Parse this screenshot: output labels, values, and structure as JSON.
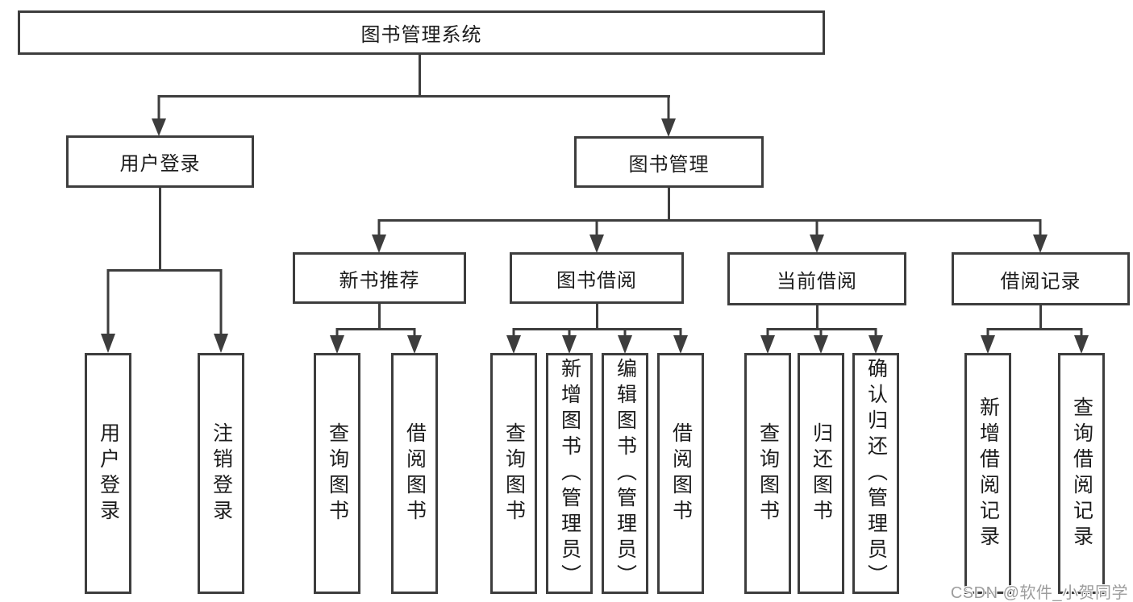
{
  "colors": {
    "line": "#3d3d3d",
    "text": "#1c1c1c",
    "watermark": "#9d9d9d",
    "background": "#ffffff"
  },
  "watermark": "CSDN @软件_小贺同学",
  "tree": {
    "label": "图书管理系统",
    "children": [
      {
        "label": "用户登录",
        "children": [
          {
            "label": "用户登录"
          },
          {
            "label": "注销登录"
          }
        ]
      },
      {
        "label": "图书管理",
        "children": [
          {
            "label": "新书推荐",
            "children": [
              {
                "label": "查询图书"
              },
              {
                "label": "借阅图书"
              }
            ]
          },
          {
            "label": "图书借阅",
            "children": [
              {
                "label": "查询图书"
              },
              {
                "label": "新增图书（管理员）"
              },
              {
                "label": "编辑图书（管理员）"
              },
              {
                "label": "借阅图书"
              }
            ]
          },
          {
            "label": "当前借阅",
            "children": [
              {
                "label": "查询图书"
              },
              {
                "label": "归还图书"
              },
              {
                "label": "确认归还（管理员）"
              }
            ]
          },
          {
            "label": "借阅记录",
            "children": [
              {
                "label": "新增借阅记录"
              },
              {
                "label": "查询借阅记录"
              }
            ]
          }
        ]
      }
    ]
  }
}
